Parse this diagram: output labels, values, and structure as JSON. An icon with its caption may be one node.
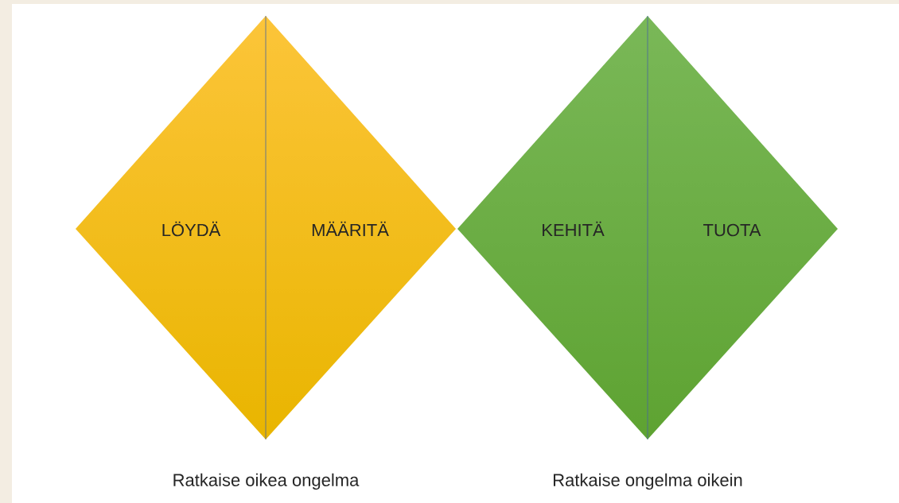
{
  "diagram": {
    "nodes": [
      {
        "text": [
          "LÖYDÄ",
          "MÄÄRITÄ"
        ],
        "beside": [
          "Ratkaise oikea ongelma"
        ]
      },
      {
        "text": [
          "KEHITÄ",
          "TUOTA"
        ],
        "beside": [
          "Ratkaise ongelma oikein"
        ]
      }
    ]
  }
}
